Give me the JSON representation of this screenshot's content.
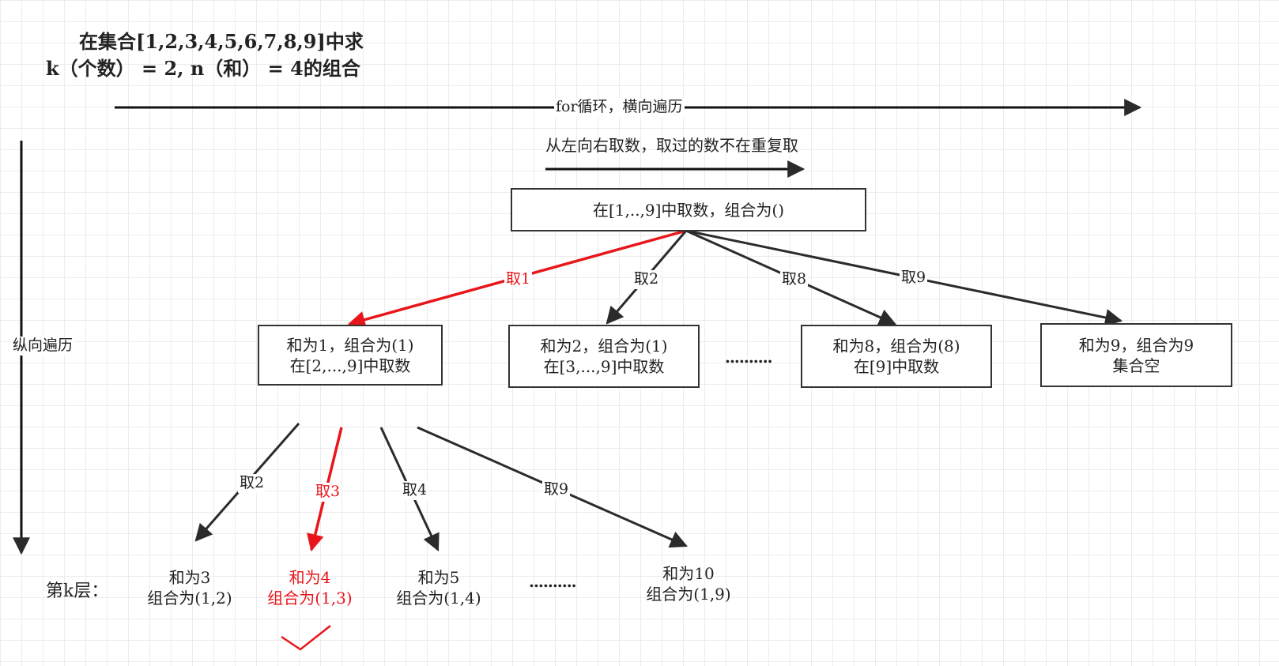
{
  "title": {
    "line1": "在集合[1,2,3,4,5,6,7,8,9]中求",
    "line2": "k（个数） = 2, n（和） = 4的组合"
  },
  "axes": {
    "horizontal_label": "for循环，横向遍历",
    "vertical_label": "纵向遍历",
    "rule_label": "从左向右取数，取过的数不在重复取"
  },
  "root": {
    "text": "在[1,..,9]中取数，组合为()"
  },
  "level1_edges": [
    "取1",
    "取2",
    "取8",
    "取9"
  ],
  "level1_nodes": [
    {
      "line1": "和为1，组合为(1)",
      "line2": "在[2,...,9]中取数"
    },
    {
      "line1": "和为2，组合为(1)",
      "line2": "在[3,...,9]中取数"
    },
    {
      "line1": "和为8，组合为(8)",
      "line2": "在[9]中取数"
    },
    {
      "line1": "和为9，组合为9",
      "line2": "集合空"
    }
  ],
  "level1_ellipsis": "..........",
  "level2_edges": [
    "取2",
    "取3",
    "取4",
    "取9"
  ],
  "level2_nodes": [
    {
      "line1": "和为3",
      "line2": "组合为(1,2)"
    },
    {
      "line1": "和为4",
      "line2": "组合为(1,3)"
    },
    {
      "line1": "和为5",
      "line2": "组合为(1,4)"
    },
    {
      "line1": "和为10",
      "line2": "组合为(1,9)"
    }
  ],
  "level2_ellipsis": "..........",
  "level_label": "第k层：",
  "colors": {
    "line": "#2b2b2b",
    "highlight": "#e8161b",
    "grid": "#ececec"
  }
}
